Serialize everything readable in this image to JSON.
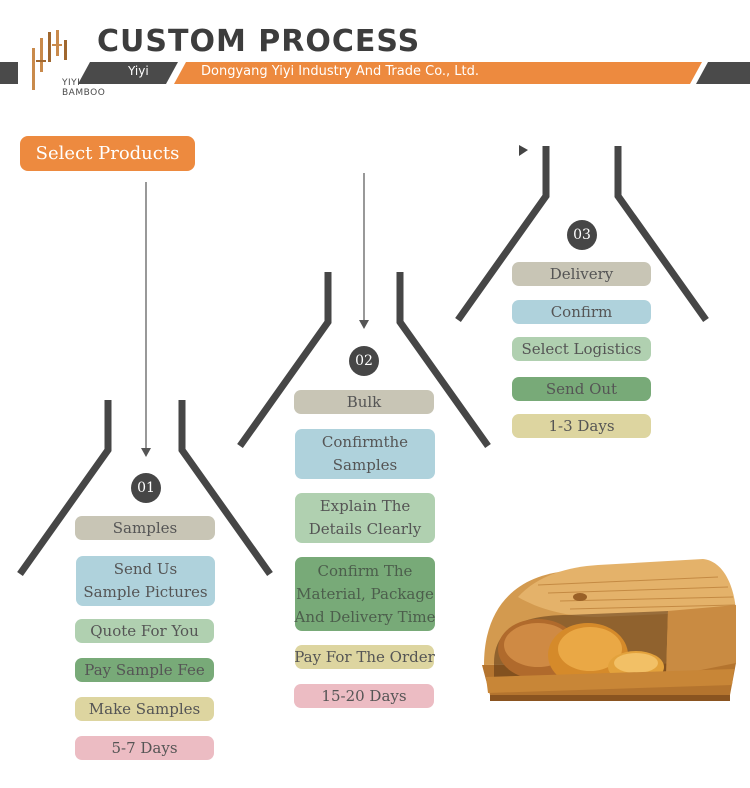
{
  "header": {
    "title": "CUSTOM PROCESS",
    "brand": "Yiyi",
    "company": "Dongyang Yiyi Industry And Trade Co., Ltd.",
    "logo_line1": "YIYI",
    "logo_line2": "BAMBOO"
  },
  "start": {
    "label": "Select Products"
  },
  "stages": [
    {
      "number": "01",
      "title": "Samples",
      "steps": [
        {
          "lines": [
            "Send Us",
            "Sample Pictures"
          ]
        },
        {
          "lines": [
            "Quote For You"
          ]
        },
        {
          "lines": [
            "Pay Sample Fee"
          ]
        },
        {
          "lines": [
            "Make Samples"
          ]
        },
        {
          "lines": [
            "5-7 Days"
          ]
        }
      ]
    },
    {
      "number": "02",
      "title": "Bulk",
      "steps": [
        {
          "lines": [
            "Confirmthe",
            "Samples"
          ]
        },
        {
          "lines": [
            "Explain The",
            "Details Clearly"
          ]
        },
        {
          "lines": [
            "Confirm The",
            "Material, Package",
            "And Delivery Time"
          ]
        },
        {
          "lines": [
            "Pay For The Order"
          ]
        },
        {
          "lines": [
            "15-20 Days"
          ]
        }
      ]
    },
    {
      "number": "03",
      "title": "Delivery",
      "steps": [
        {
          "lines": [
            "Confirm"
          ]
        },
        {
          "lines": [
            "Select Logistics"
          ]
        },
        {
          "lines": [
            "Send Out"
          ]
        },
        {
          "lines": [
            "1-3 Days"
          ]
        }
      ]
    }
  ],
  "colors": {
    "accent_orange": "#ed8a3f",
    "dark": "#464646",
    "gray_step": "#c8c5b5",
    "blue_step": "#afd2dc",
    "sage_step": "#b0d0b0",
    "green_step": "#78aa78",
    "tan_step": "#ddd5a0",
    "pink_step": "#ecbcc3"
  },
  "icons": [
    "bamboo-logo-icon",
    "arrow-down-icon",
    "arrow-right-icon",
    "bread-box-image"
  ]
}
